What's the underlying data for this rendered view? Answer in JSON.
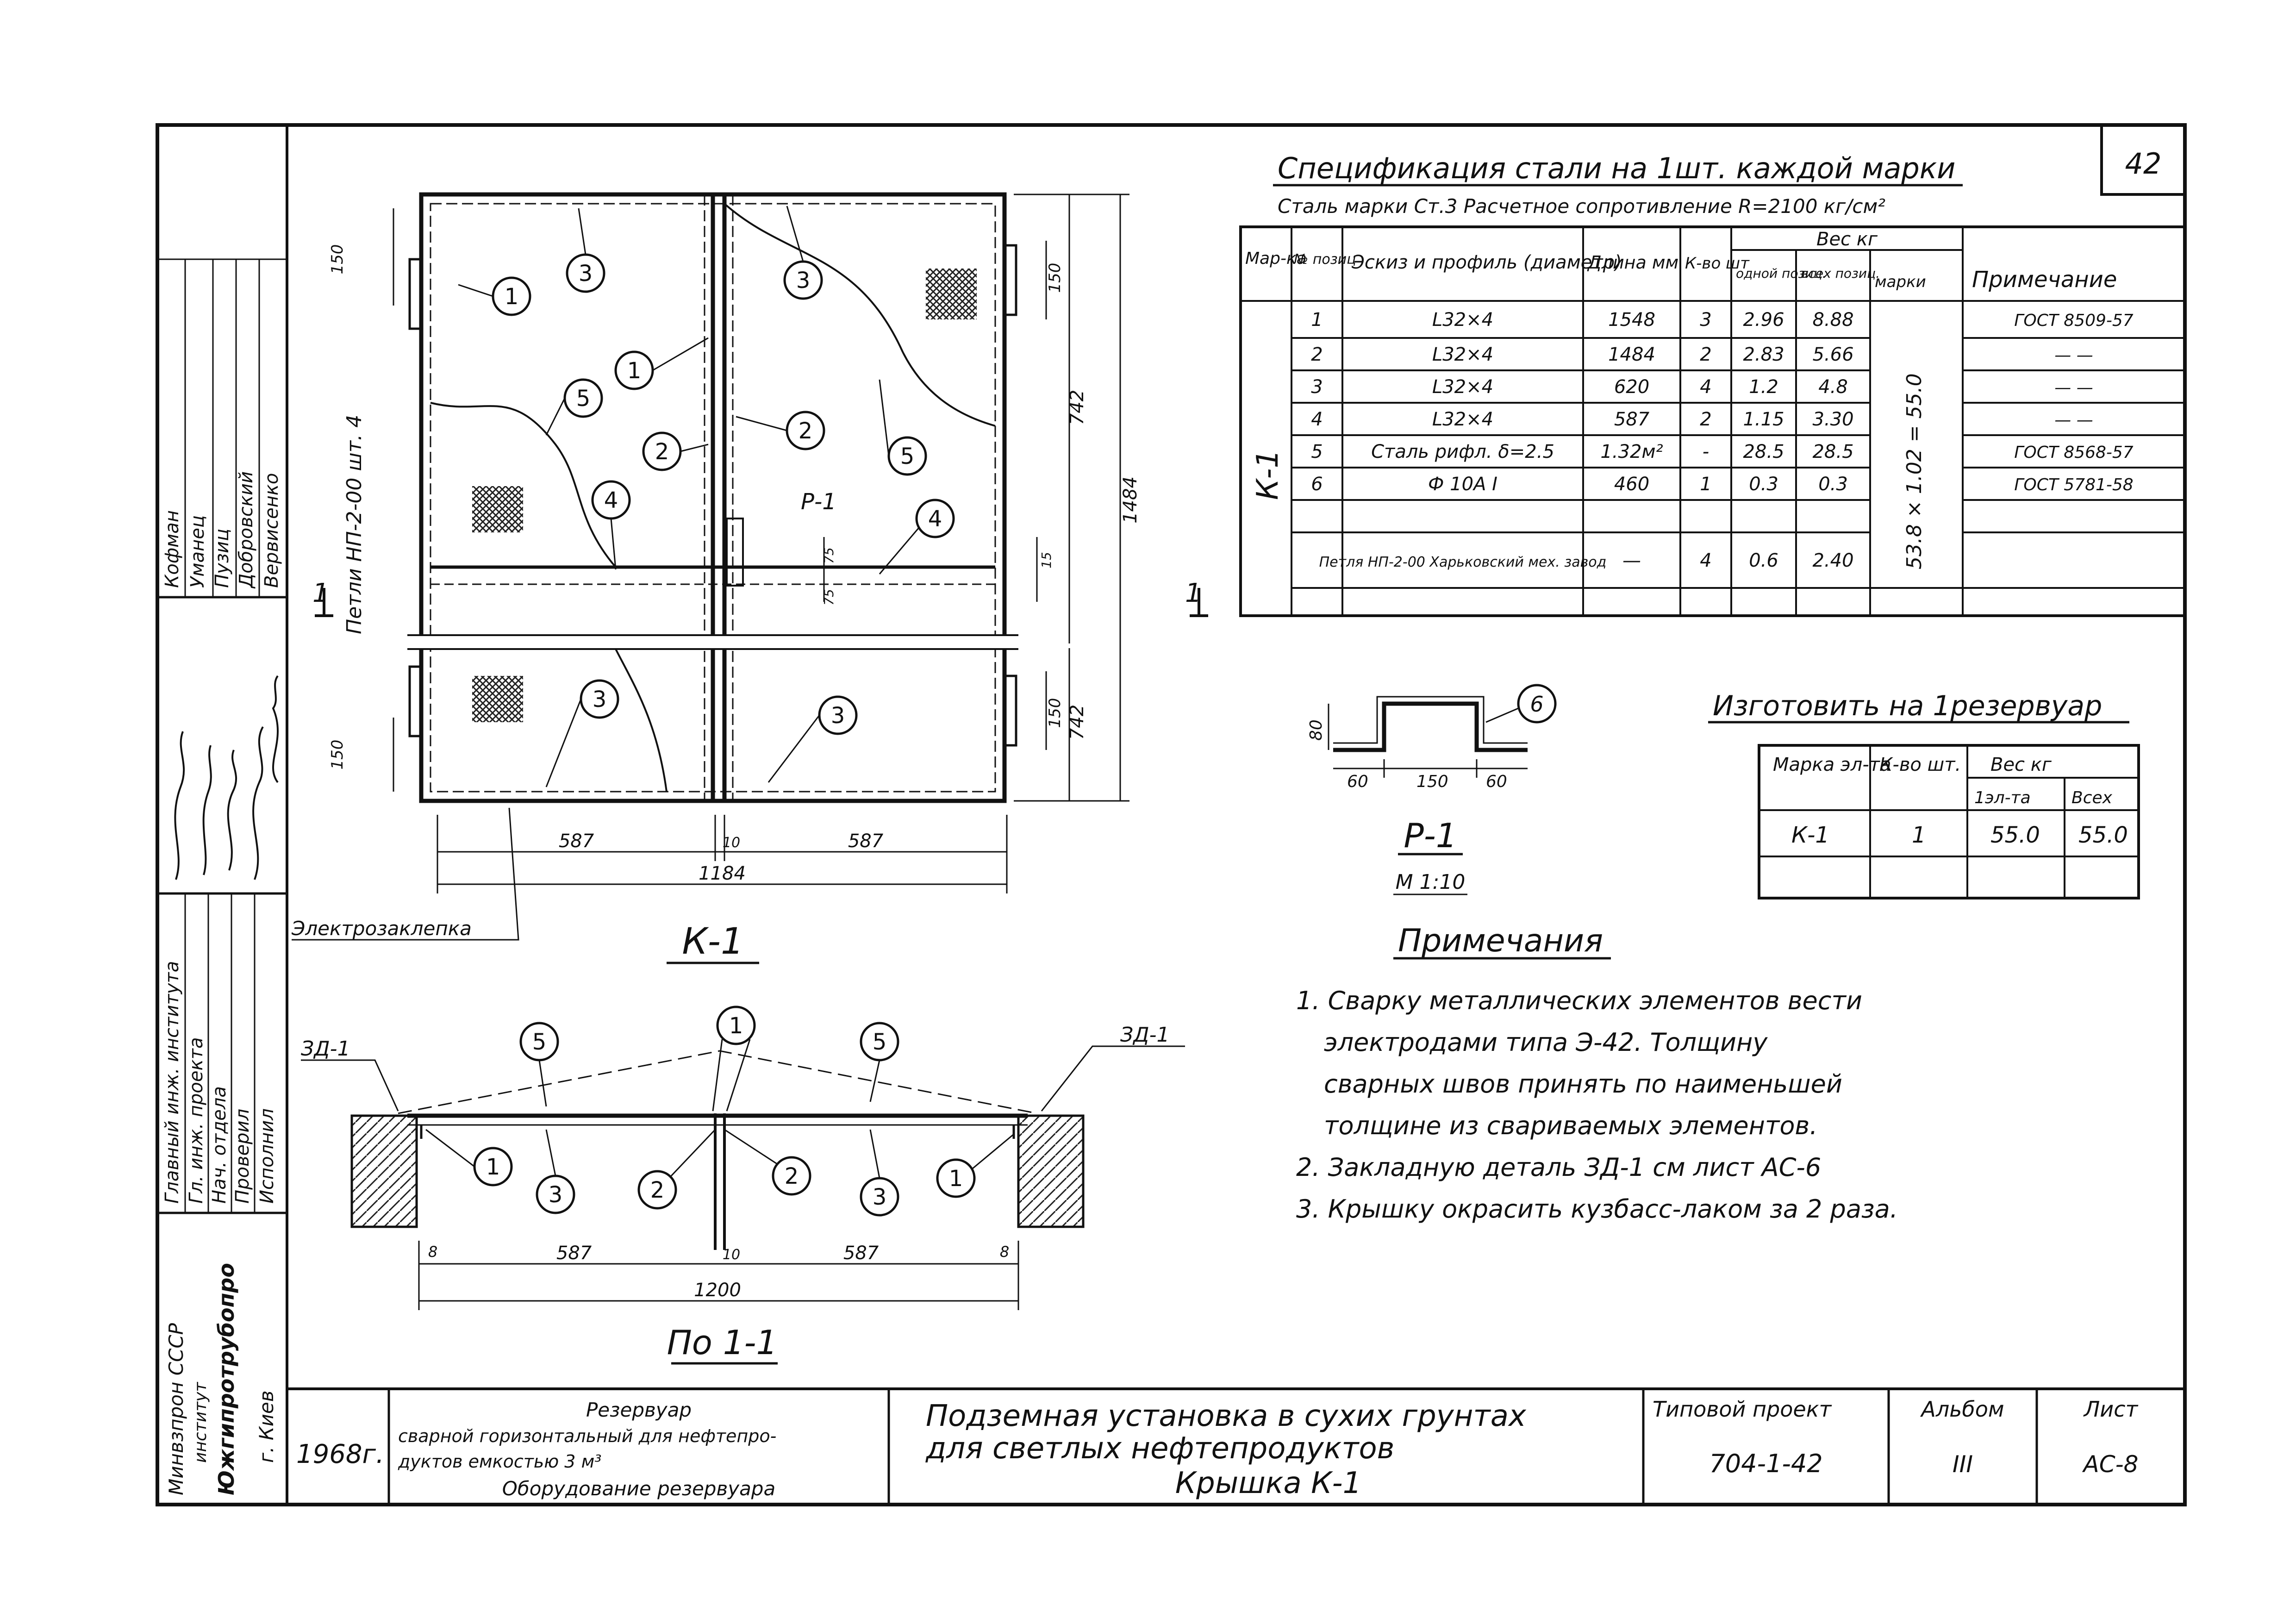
{
  "sheet_no_corner": "42",
  "spec": {
    "title": "Спецификация стали на 1шт. каждой марки",
    "subtitle": "Сталь марки Ст.3 Расчетное сопротивление R=2100 кг/см²",
    "headers": {
      "mark": "Мар-ка",
      "pos": "№ позиц",
      "sketch": "Эскиз и профиль (диаметр)",
      "length": "Длина мм",
      "qty": "К-во шт",
      "weight": "Вес кг",
      "w_one": "одной позиц.",
      "w_all": "всех позиц.",
      "w_mark": "марки",
      "note": "Примечание"
    },
    "mark_label": "К-1",
    "mark_weight": "53.8 × 1.02 = 55.0",
    "rows": [
      {
        "pos": "1",
        "profile": "L32×4",
        "length": "1548",
        "qty": "3",
        "w_one": "2.96",
        "w_all": "8.88",
        "note": "ГОСТ 8509-57"
      },
      {
        "pos": "2",
        "profile": "L32×4",
        "length": "1484",
        "qty": "2",
        "w_one": "2.83",
        "w_all": "5.66",
        "note": "— —"
      },
      {
        "pos": "3",
        "profile": "L32×4",
        "length": "620",
        "qty": "4",
        "w_one": "1.2",
        "w_all": "4.8",
        "note": "— —"
      },
      {
        "pos": "4",
        "profile": "L32×4",
        "length": "587",
        "qty": "2",
        "w_one": "1.15",
        "w_all": "3.30",
        "note": "— —"
      },
      {
        "pos": "5",
        "profile": "Сталь рифл. δ=2.5",
        "length": "1.32м²",
        "qty": "-",
        "w_one": "28.5",
        "w_all": "28.5",
        "note": "ГОСТ 8568-57"
      },
      {
        "pos": "6",
        "profile": "Ф 10А I",
        "length": "460",
        "qty": "1",
        "w_one": "0.3",
        "w_all": "0.3",
        "note": "ГОСТ 5781-58"
      },
      {
        "pos": "",
        "profile": "Петля НП-2-00 Харьковский мех. завод",
        "length": "—",
        "qty": "4",
        "w_one": "0.6",
        "w_all": "2.40",
        "note": ""
      }
    ]
  },
  "make": {
    "title": "Изготовить на 1резервуар",
    "h_mark": "Марка эл-та",
    "h_qty": "К-во шт.",
    "h_weight": "Вес кг",
    "h_one": "1эл-та",
    "h_all": "Всех",
    "row": {
      "mark": "К-1",
      "qty": "1",
      "one": "55.0",
      "all": "55.0"
    }
  },
  "detail_p1": {
    "title": "Р-1",
    "scale": "М 1:10",
    "dims": [
      "80",
      "60",
      "150",
      "60"
    ],
    "callout": "6"
  },
  "notes": {
    "title": "Примечания",
    "items": [
      "1. Сварку металлических элементов вести",
      "электродами типа Э-42. Толщину",
      "сварных швов принять по наименьшей",
      "толщине из свариваемых элементов.",
      "2. Закладную деталь ЗД-1 см лист АС-6",
      "3. Крышку окрасить кузбасс-лаком за 2 раза."
    ]
  },
  "plan": {
    "title": "К-1",
    "dims": {
      "half": "587",
      "gap": "10",
      "total": "1184",
      "h1": "742",
      "h2": "742",
      "total_h": "1484",
      "hinge": "150",
      "p75": "75",
      "p15": "15"
    },
    "labels": {
      "loops": "Петли НП-2-00 шт. 4",
      "weld": "Электрозаклепка",
      "p1": "Р-1",
      "cut": "1"
    },
    "callouts": [
      "1",
      "2",
      "3",
      "4",
      "5"
    ]
  },
  "section": {
    "title": "По 1-1",
    "zd": "ЗД-1",
    "dims": {
      "edge": "8",
      "half": "587",
      "gap": "10",
      "total": "1200"
    }
  },
  "left_stamp": {
    "names": [
      "Кофман",
      "Уманец",
      "Пузиц",
      "Добровский",
      "Вервисенко"
    ],
    "roles": [
      "Главный инж. института",
      "Гл. инж. проекта",
      "Нач. отдела",
      "Проверил",
      "Исполнил"
    ],
    "org": [
      "Минвзпрон СССР",
      "институт",
      "Южгипротрубопро",
      "г. Киев"
    ]
  },
  "title_block": {
    "year": "1968г.",
    "object_lines": [
      "Резервуар",
      "сварной горизонтальный для нефтепро-",
      "дуктов емкостью 3 м³",
      "Оборудование резервуара"
    ],
    "main_lines": [
      "Подземная установка в сухих грунтах",
      "для светлых нефтепродуктов",
      "Крышка К-1"
    ],
    "project_label": "Типовой проект",
    "project": "704-1-42",
    "album_label": "Альбом",
    "album": "III",
    "sheet_label": "Лист",
    "sheet": "АС-8"
  }
}
